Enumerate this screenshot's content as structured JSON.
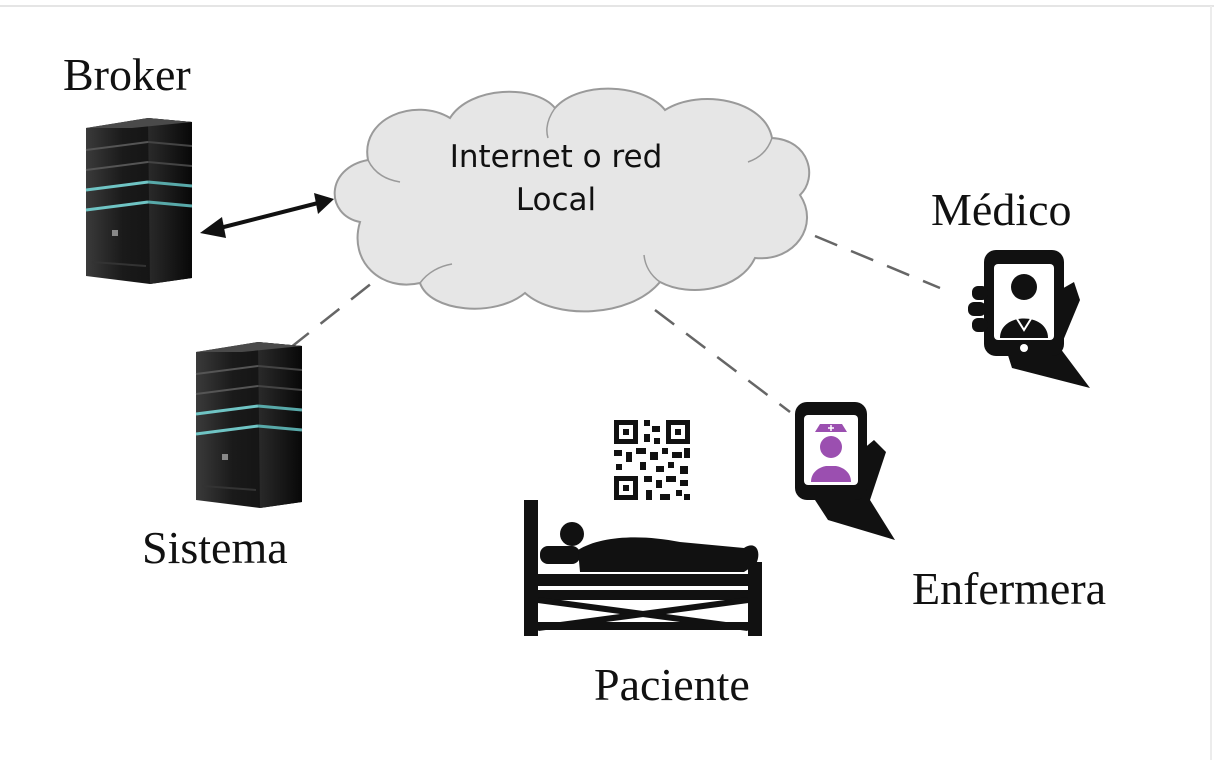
{
  "diagram": {
    "cloud_line1": "Internet o red",
    "cloud_line2": "Local",
    "labels": {
      "broker": "Broker",
      "sistema": "Sistema",
      "medico": "Médico",
      "enfermera": "Enfermera",
      "paciente": "Paciente"
    }
  },
  "colors": {
    "cloud_fill": "#e6e6e6",
    "cloud_stroke": "#9a9a9a",
    "server": "#1b1b1b",
    "server_led": "#6fc4c4",
    "nurse_accent": "#9b4fb0",
    "line": "#666666"
  },
  "icons": {
    "broker": "server-tower-icon",
    "sistema": "server-tower-icon",
    "medico": "hand-phone-doctor-icon",
    "enfermera": "hand-phone-nurse-icon",
    "paciente": "patient-bed-icon",
    "qr": "qr-code-icon"
  }
}
